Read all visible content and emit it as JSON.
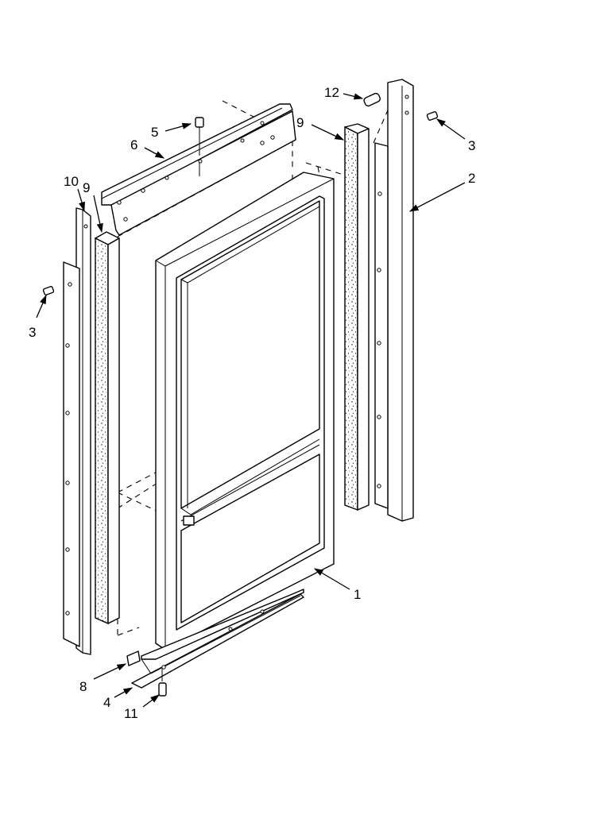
{
  "callouts": [
    {
      "id": "c12",
      "label": "12"
    },
    {
      "id": "c5",
      "label": "5"
    },
    {
      "id": "c9r",
      "label": "9"
    },
    {
      "id": "c3r",
      "label": "3"
    },
    {
      "id": "c6",
      "label": "6"
    },
    {
      "id": "c2",
      "label": "2"
    },
    {
      "id": "c10",
      "label": "10"
    },
    {
      "id": "c9l",
      "label": "9"
    },
    {
      "id": "c3l",
      "label": "3"
    },
    {
      "id": "c1",
      "label": "1"
    },
    {
      "id": "c8",
      "label": "8"
    },
    {
      "id": "c4",
      "label": "4"
    },
    {
      "id": "c11",
      "label": "11"
    }
  ]
}
